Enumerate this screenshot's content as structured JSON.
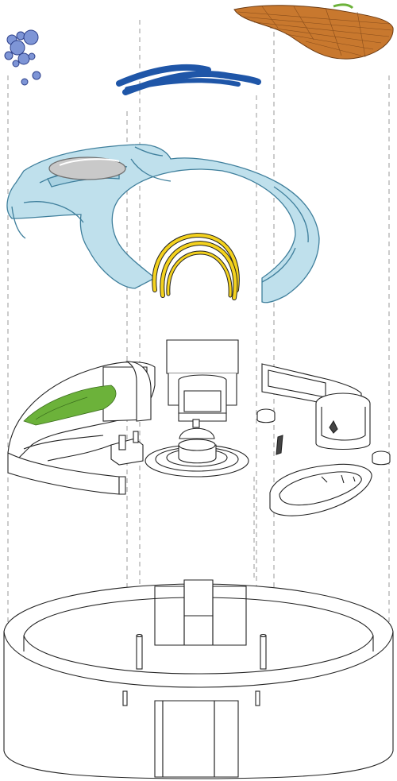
{
  "diagram": {
    "type": "exploded-axonometric",
    "layers": [
      "bubbles",
      "blue-ribbons",
      "textured-surface",
      "canopy-ring",
      "yellow-arches",
      "furniture-level",
      "base-enclosure"
    ],
    "colors": {
      "canopy_fill": "#bfe0ec",
      "canopy_stroke": "#3f7f9c",
      "ribbon": "#1f56a8",
      "bubble_fill": "#7e95d6",
      "bubble_stroke": "#2c3f8a",
      "arch_yellow": "#f4d21e",
      "vegetation": "#6cb23a",
      "texture_orange": "#c8782e",
      "line": "#222222",
      "guide_dash": "#9a9a9a"
    }
  }
}
